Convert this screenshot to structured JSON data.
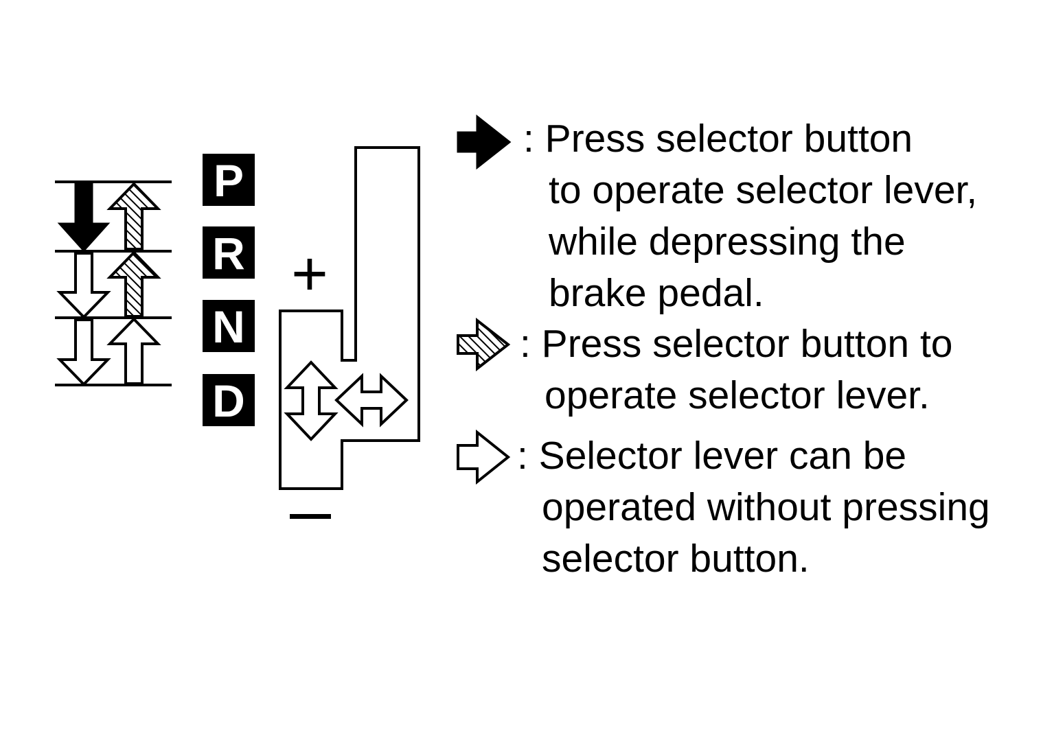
{
  "gears": [
    "P",
    "R",
    "N",
    "D"
  ],
  "manual_gate": {
    "plus": "+",
    "minus": "—"
  },
  "legend": [
    {
      "icon": "solid-arrow-icon",
      "lines": [
        ": Press selector button",
        "to operate selector lever,",
        "while depressing the",
        "brake pedal."
      ]
    },
    {
      "icon": "hatched-arrow-icon",
      "lines": [
        ": Press selector button to",
        "operate selector lever."
      ]
    },
    {
      "icon": "outline-arrow-icon",
      "lines": [
        ": Selector lever can be",
        "operated without pressing",
        "selector button."
      ]
    }
  ]
}
